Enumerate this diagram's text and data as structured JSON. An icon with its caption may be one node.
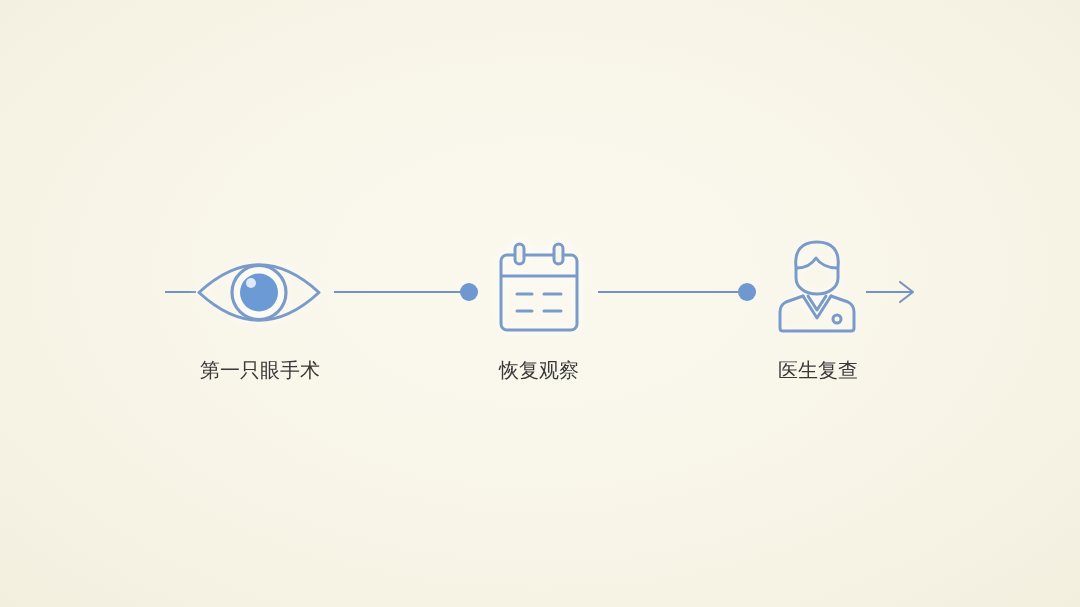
{
  "diagram": {
    "nodes": [
      {
        "text": [
          "第一只眼手术"
        ]
      },
      {
        "text": [
          "恢复观察"
        ]
      },
      {
        "text": [
          "医生复查"
        ]
      }
    ],
    "edges": [
      {
        "from": null,
        "to": 0,
        "arrow": "none"
      },
      {
        "from": 0,
        "to": 1,
        "arrow": "other"
      },
      {
        "from": 1,
        "to": 2,
        "arrow": "other"
      },
      {
        "from": 2,
        "to": null,
        "arrow": "to"
      }
    ]
  }
}
